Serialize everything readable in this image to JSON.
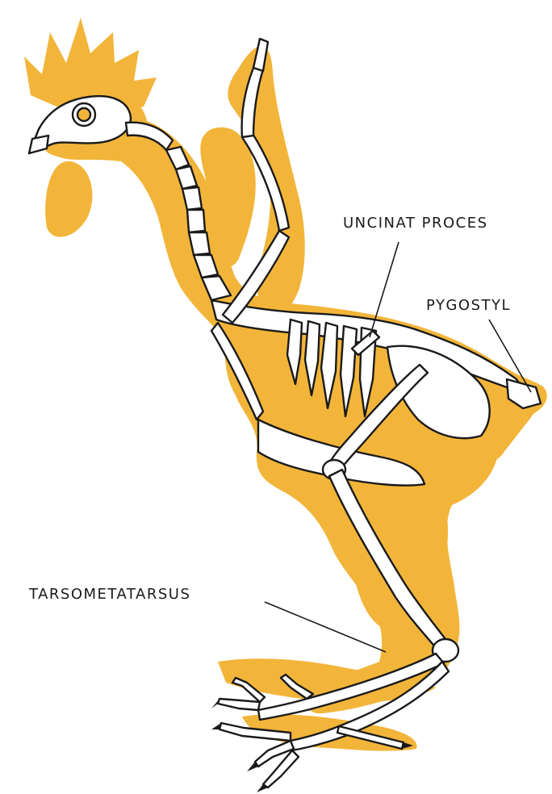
{
  "labels": {
    "uncinate_process": "UNCINAT PROCES",
    "pygostyl": "PYGOSTYL",
    "tarsometatarsus": "TARSOMETATARSUS"
  },
  "colors": {
    "body_fill": "#F2B53A",
    "bone": "#FFFFFF",
    "outline": "#1A1A1A"
  }
}
